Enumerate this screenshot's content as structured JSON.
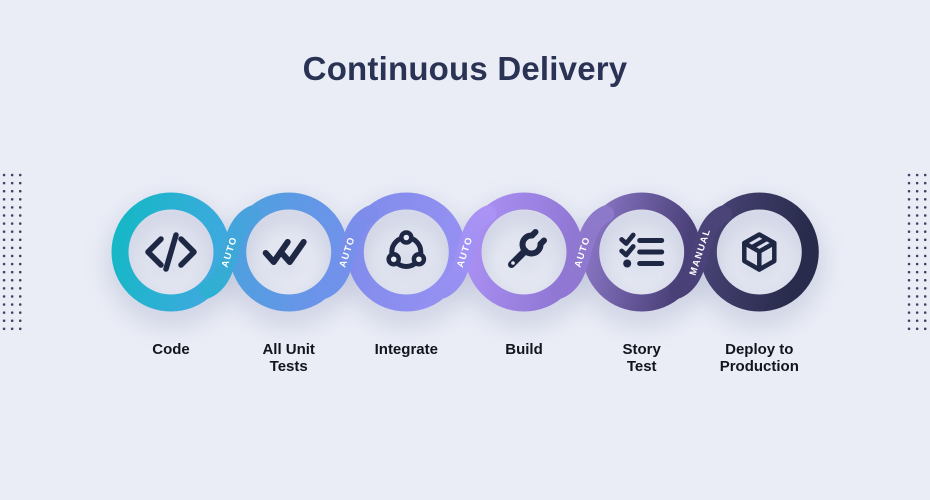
{
  "title": "Continuous Delivery",
  "colors": {
    "background": "#eaedf6",
    "title": "#2b3355",
    "stage_label": "#12151d",
    "icon": "#1e2743",
    "connector_text": "#ffffff",
    "dot": "#3b3f5e"
  },
  "stages": [
    {
      "id": "code",
      "label": "Code",
      "icon": "code-icon",
      "ring_colors": [
        "#14b8c5",
        "#3caade"
      ]
    },
    {
      "id": "all-unit-tests",
      "label": "All Unit\nTests",
      "icon": "double-check-icon",
      "ring_colors": [
        "#4aa1de",
        "#6d93ea"
      ]
    },
    {
      "id": "integrate",
      "label": "Integrate",
      "icon": "integrate-nodes-icon",
      "ring_colors": [
        "#7e8ceb",
        "#9490f2"
      ]
    },
    {
      "id": "build",
      "label": "Build",
      "icon": "wrench-icon",
      "ring_colors": [
        "#ab92f5",
        "#9177d4"
      ]
    },
    {
      "id": "story-test",
      "label": "Story\nTest",
      "icon": "checklist-icon",
      "ring_colors": [
        "#8d79c9",
        "#4a4078"
      ]
    },
    {
      "id": "deploy",
      "label": "Deploy to\nProduction",
      "icon": "package-icon",
      "ring_colors": [
        "#4a4478",
        "#282b4b"
      ]
    }
  ],
  "connectors": [
    {
      "label": "AUTO",
      "colors": [
        "#2fb0d2",
        "#4aa1de"
      ]
    },
    {
      "label": "AUTO",
      "colors": [
        "#6d93ea",
        "#7e8ceb"
      ]
    },
    {
      "label": "AUTO",
      "colors": [
        "#9490f2",
        "#ab92f5"
      ]
    },
    {
      "label": "AUTO",
      "colors": [
        "#9177d4",
        "#8d79c9"
      ]
    },
    {
      "label": "MANUAL",
      "colors": [
        "#4a4078",
        "#4a4478"
      ]
    }
  ]
}
